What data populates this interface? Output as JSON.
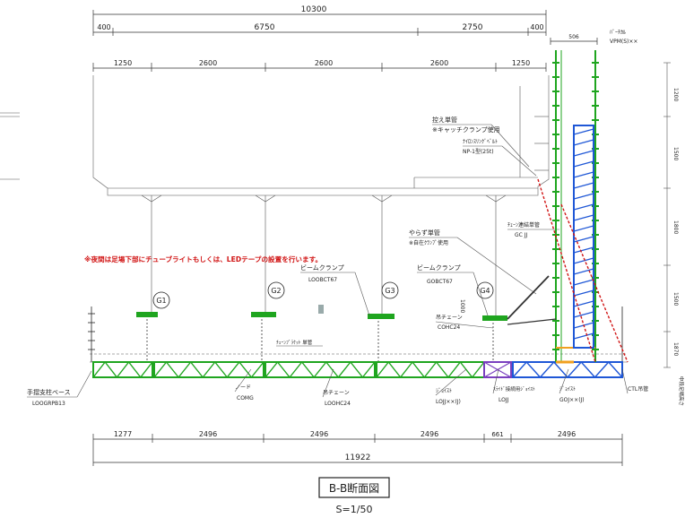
{
  "top_dims": {
    "overall": "10300",
    "row1": [
      "400",
      "6750",
      "2750",
      "400"
    ],
    "row2": [
      "1250",
      "2600",
      "2600",
      "2600",
      "1250"
    ],
    "small_top": "506"
  },
  "bottom_dims": {
    "segments": [
      "1277",
      "2496",
      "2496",
      "2496",
      "661",
      "2496"
    ],
    "overall": "11922"
  },
  "right_dims": [
    "1200",
    "1500",
    "1800",
    "1500",
    "1870"
  ],
  "right_vertical_note": "中段足場高さ",
  "girders": [
    "G1",
    "G2",
    "G3",
    "G4"
  ],
  "note_red": "※夜間は足場下部にチューブライトもしくは、LEDテープの設置を行います。",
  "labels": {
    "vertical_top_1": "ﾊﾞｰﾁｶﾙ",
    "vertical_top_2": "VPM(S)××",
    "kake_1": "控え単管",
    "kake_2": "※キャッチクランプ使用",
    "kake_3": "ﾅｲﾛﾝｽﾘﾝｸﾞﾍﾞﾙﾄ",
    "kake_4": "NP-1型(25t)",
    "chain_1": "ﾁｪｰﾝ連結単管",
    "chain_2": "GC JJ",
    "yarazu_1": "やらず単管",
    "yarazu_2": "※自在ｸﾗﾝﾌﾟ使用",
    "beam_clamp_1": "ビームクランプ",
    "beam_clamp_1_code": "LOOBCT67",
    "beam_clamp_2": "ビームクランプ",
    "beam_clamp_2_code": "GOBCT67",
    "hanger_chain": "吊チェーン",
    "hanger_chain_code": "COHC24",
    "small_note": "ﾁｪｰﾝﾌﾞﾗｹｯﾄ 単管",
    "code_1000": "1000",
    "handrail_1": "手摺支柱ベース",
    "handrail_2": "LOOGRPB13",
    "node_1": "ノード",
    "node_2": "COMG",
    "chain2_1": "吊チェーン",
    "chain2_2": "LOOHC24",
    "joist_1": "ｼﾞｮｲｽﾄ",
    "joist_2": "LOJJ××(J)",
    "joist3_1": "ｽﾗｲﾄﾞ接続用ｼﾞｮｲｽﾄ",
    "joist3_2": "LOJJ",
    "joist2_1": "ｼﾞｮｲｽﾄ",
    "joist2_2": "GOJ××(J)",
    "ctl": "CTL吊管"
  },
  "title": "B-B断面図",
  "scale": "S=1/50",
  "colors": {
    "green": "#1fa51f",
    "blue": "#1f57d6",
    "purple": "#7a3fbf",
    "red": "#d11515",
    "orange": "#f0a020"
  }
}
